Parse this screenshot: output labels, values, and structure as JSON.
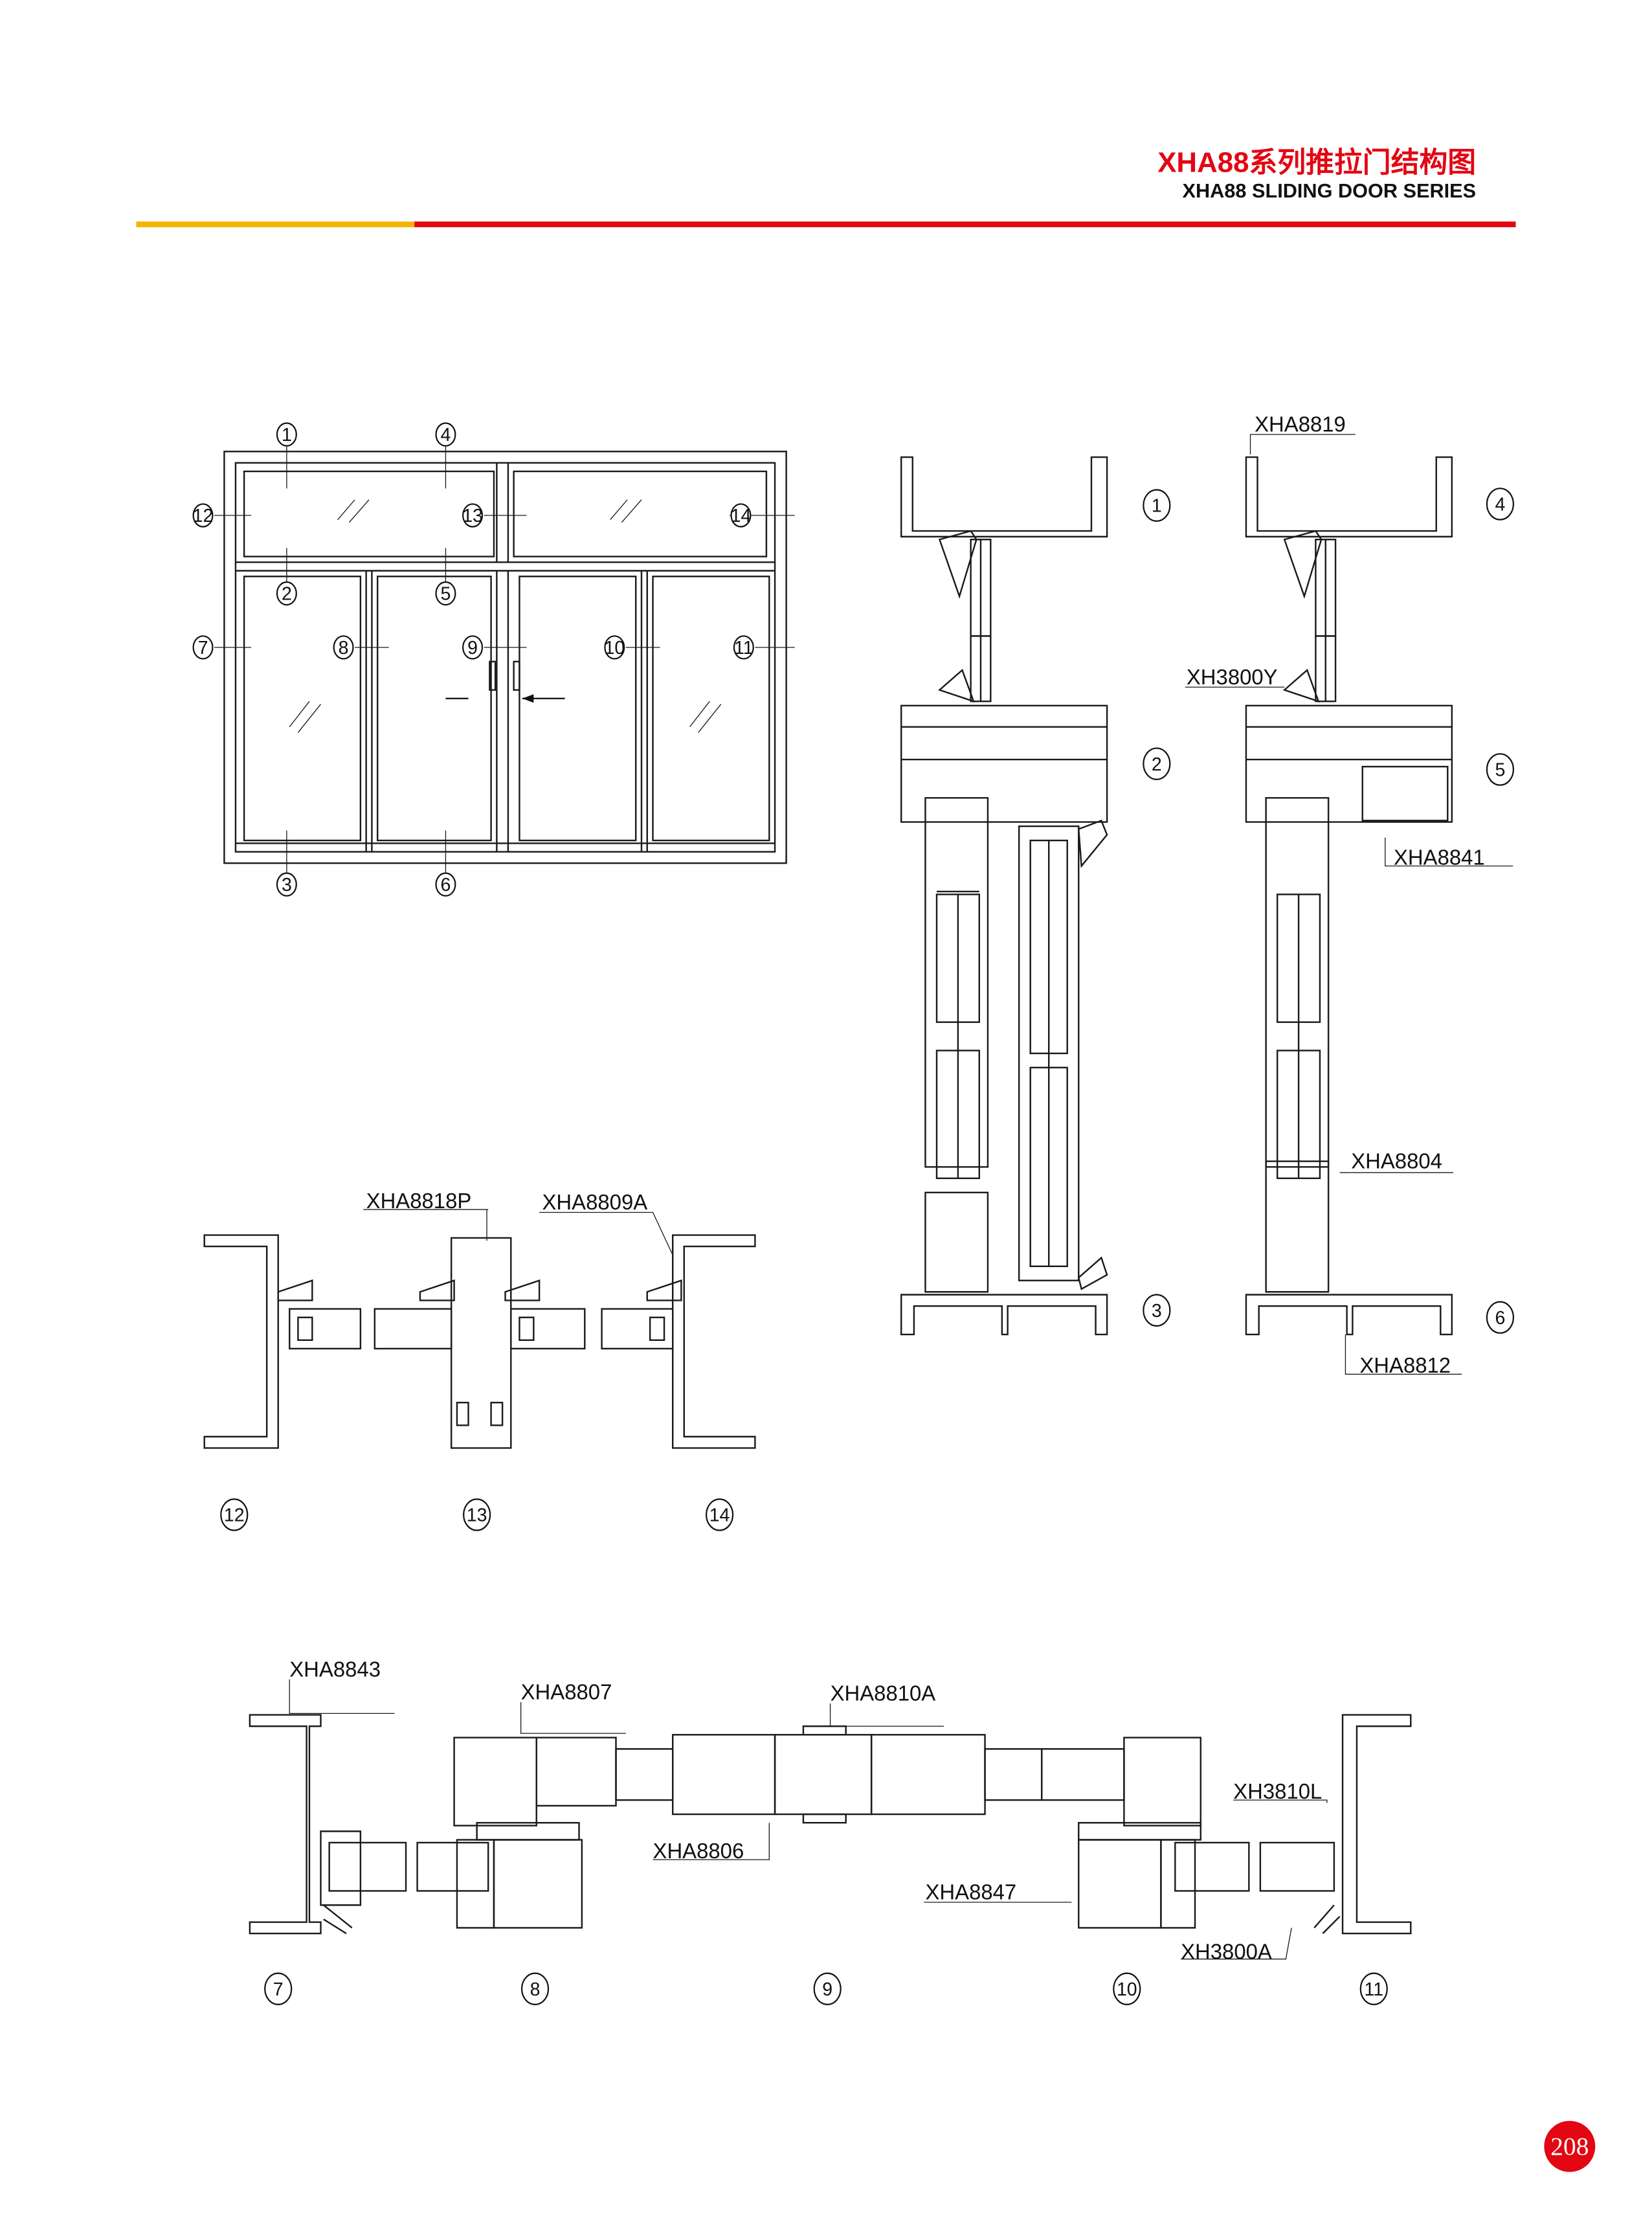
{
  "header": {
    "title_cn": "XHA88系列推拉门结构图",
    "title_en": "XHA88 SLIDING DOOR SERIES",
    "accent_color": "#e30613",
    "stripe_color": "#f5b400"
  },
  "markers": {
    "n1": "1",
    "n2": "2",
    "n3": "3",
    "n4": "4",
    "n5": "5",
    "n6": "6",
    "n7": "7",
    "n8": "8",
    "n9": "9",
    "n10": "10",
    "n11": "11",
    "n12": "12",
    "n13": "13",
    "n14": "14"
  },
  "parts": {
    "xha8819": "XHA8819",
    "xh3800y": "XH3800Y",
    "xha8841": "XHA8841",
    "xha8804": "XHA8804",
    "xha8812": "XHA8812",
    "xha8818p": "XHA8818P",
    "xha8809a": "XHA8809A",
    "xha8843": "XHA8843",
    "xha8807": "XHA8807",
    "xha8810a": "XHA8810A",
    "xha8806": "XHA8806",
    "xha8847": "XHA8847",
    "xh3810l": "XH3810L",
    "xh3800a": "XH3800A"
  },
  "page_number": "208"
}
